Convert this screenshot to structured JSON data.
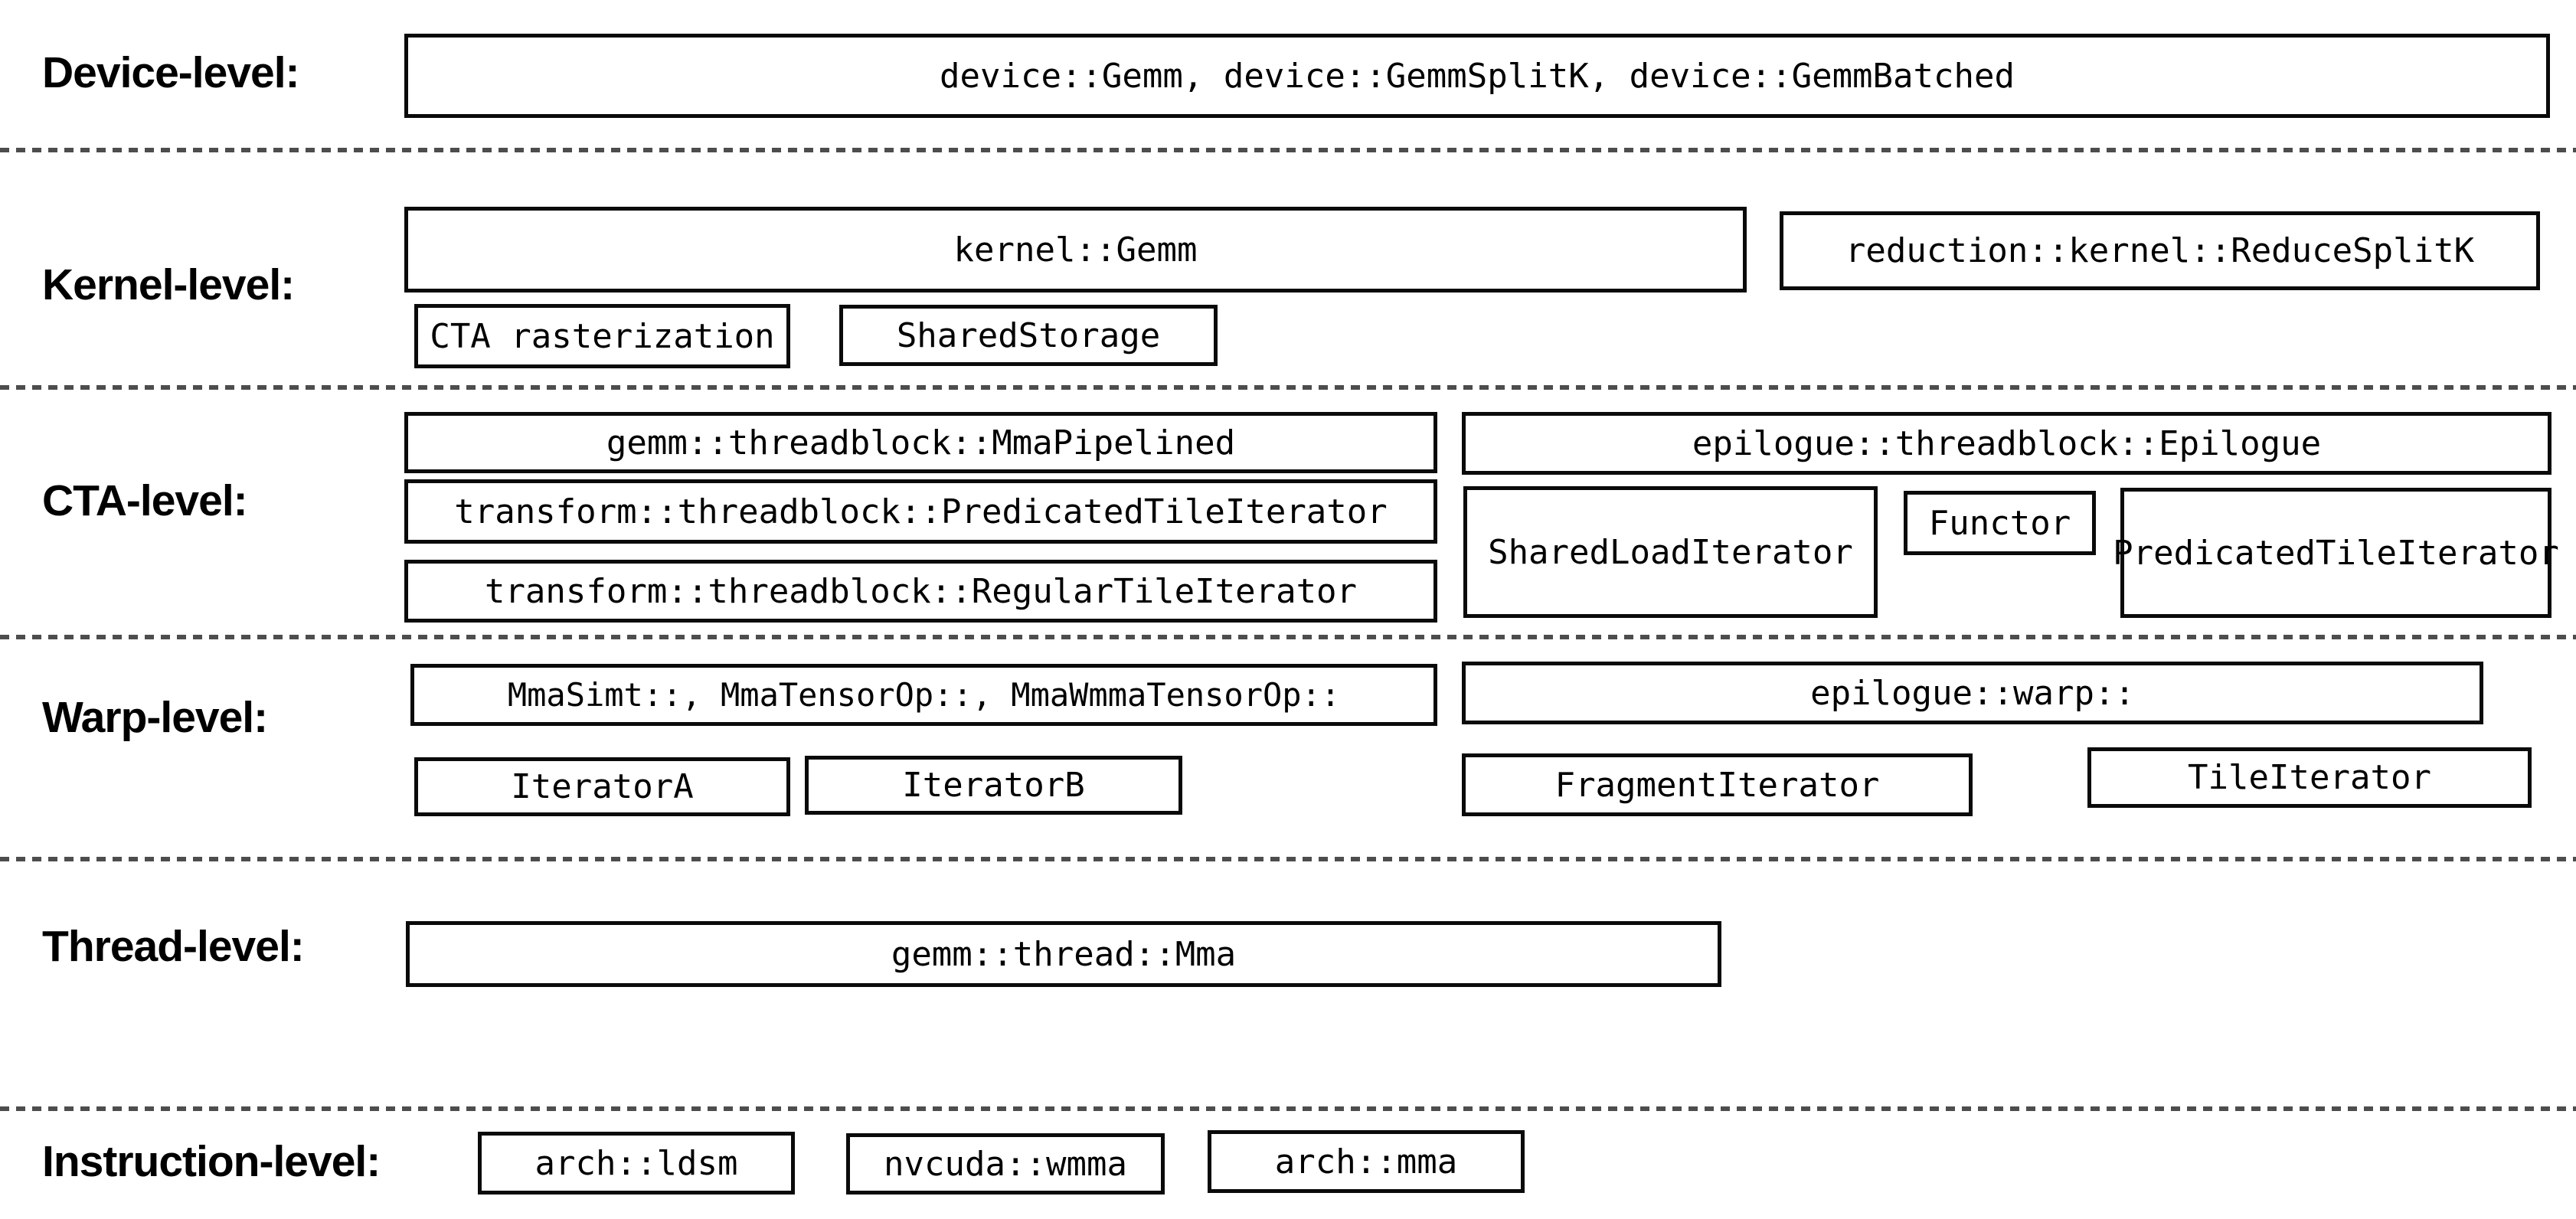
{
  "title": "CUTLASS GEMM component hierarchy",
  "colors": {
    "background": "#ffffff",
    "box_border": "#0a0a0a",
    "text": "#000000",
    "separator": "#4d4d4d"
  },
  "rows": {
    "device": {
      "label": "Device-level:",
      "main_box": "device::Gemm, device::GemmSplitK, device::GemmBatched"
    },
    "kernel": {
      "label": "Kernel-level:",
      "gemm_box": "kernel::Gemm",
      "reduce_box": "reduction::kernel::ReduceSplitK",
      "cta_rasterization_box": "CTA rasterization",
      "shared_storage_box": "SharedStorage"
    },
    "cta": {
      "label": "CTA-level:",
      "mma_pipelined_box": "gemm::threadblock::MmaPipelined",
      "predicated_tile_iterator_box": "transform::threadblock::PredicatedTileIterator",
      "regular_tile_iterator_box": "transform::threadblock::RegularTileIterator",
      "epilogue_box": "epilogue::threadblock::Epilogue",
      "shared_load_iterator_box": "SharedLoadIterator",
      "functor_box": "Functor",
      "epilogue_predicated_tile_iterator_box": "PredicatedTileIterator"
    },
    "warp": {
      "label": "Warp-level:",
      "mma_box": "MmaSimt::, MmaTensorOp::, MmaWmmaTensorOp::",
      "iterator_a_box": "IteratorA",
      "iterator_b_box": "IteratorB",
      "epilogue_warp_box": "epilogue::warp::",
      "fragment_iterator_box": "FragmentIterator",
      "tile_iterator_box": "TileIterator"
    },
    "thread": {
      "label": "Thread-level:",
      "mma_box": "gemm::thread::Mma"
    },
    "instruction": {
      "label": "Instruction-level:",
      "ldsm_box": "arch::ldsm",
      "wmma_box": "nvcuda::wmma",
      "mma_box": "arch::mma"
    }
  }
}
